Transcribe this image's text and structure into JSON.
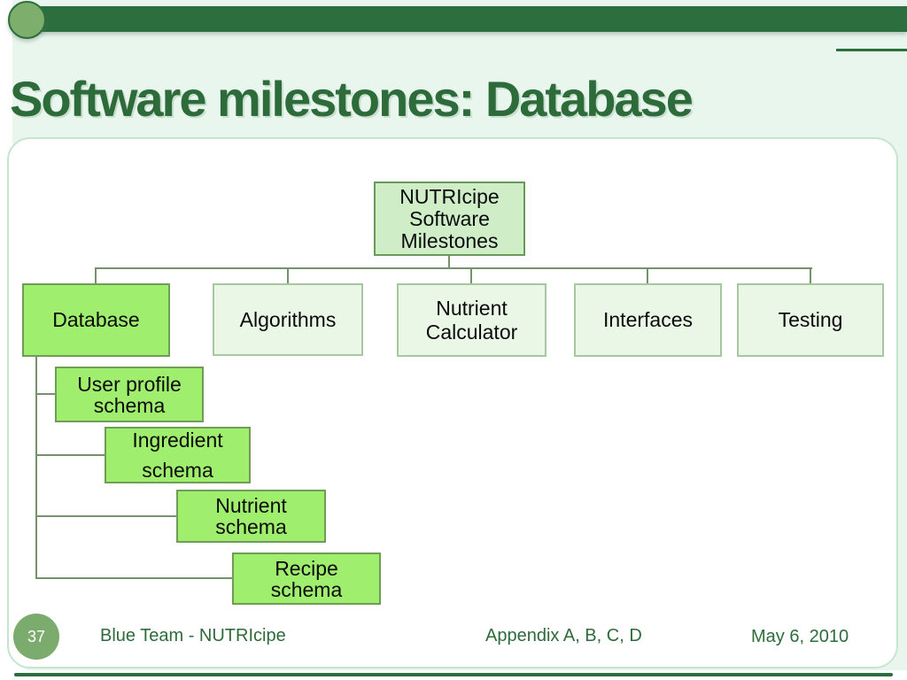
{
  "slide": {
    "title": "Software milestones: Database",
    "page_number": "37",
    "footer_left": "Blue Team - NUTRIcipe",
    "footer_center": "Appendix A, B, C, D",
    "footer_right": "May 6, 2010"
  },
  "org_chart": {
    "type": "org-tree",
    "root": {
      "label": "NUTRIcipe Software Milestones"
    },
    "children": [
      {
        "label": "Database",
        "highlighted": true
      },
      {
        "label": "Algorithms",
        "highlighted": false
      },
      {
        "label": "Nutrient Calculator",
        "highlighted": false
      },
      {
        "label": "Interfaces",
        "highlighted": false
      },
      {
        "label": "Testing",
        "highlighted": false
      }
    ],
    "database_children": [
      {
        "label": "User profile schema"
      },
      {
        "label": "Ingredient schema"
      },
      {
        "label": "Nutrient schema"
      },
      {
        "label": "Recipe schema"
      }
    ]
  },
  "colors": {
    "page_background": "#ffffff",
    "backdrop_green": "#e9f6ee",
    "accent_dark_green": "#2d6e3e",
    "title_green": "#2e6b3a",
    "sage_circle": "#7bab6d",
    "panel_border": "#c6e5cf",
    "root_box_fill": "#cfeec8",
    "root_box_border": "#68995b",
    "pale_box_fill": "#eaf6e6",
    "pale_box_border": "#a6c79f",
    "highlight_box_fill": "#9fee6d",
    "highlight_box_border": "#6f9c57",
    "connector": "#76926c",
    "footer_text": "#2e6b3a"
  }
}
